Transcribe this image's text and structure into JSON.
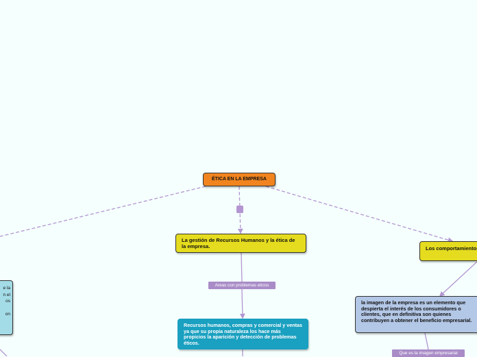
{
  "nodes": {
    "root": "ÉTICA EN LA EMPRESA",
    "gestion": "La gestión de Recursos Humanos y la ética de la empresa.",
    "comportamientos": "Los comportamientos y su repercusión en la imagen",
    "recursos": "Recursos humanos, compras y comercial y ventas ya que su propia naturaleza los hace más propicios la aparición y detección de problemas éticos.",
    "imagen": "la imagen de la empresa es un elemento que despierta el interés de los consumidores o clientes, que en definitiva son quienes contribuyen a obtener el beneficio empresarial.",
    "left_fragments": [
      "e la",
      "n el",
      "os",
      "",
      "on"
    ]
  },
  "labels": {
    "areas": "Areas con problemas eticos",
    "imagen_q": "Que es la imagen empresarial"
  },
  "colors": {
    "connector": "#b395d1",
    "root": "#f1841f",
    "yellow": "#e5dc1f",
    "blue_dark": "#1aa0c0",
    "blue_light": "#b3c7e6",
    "cyan": "#a3dbe6",
    "tag": "#a98cc7"
  }
}
